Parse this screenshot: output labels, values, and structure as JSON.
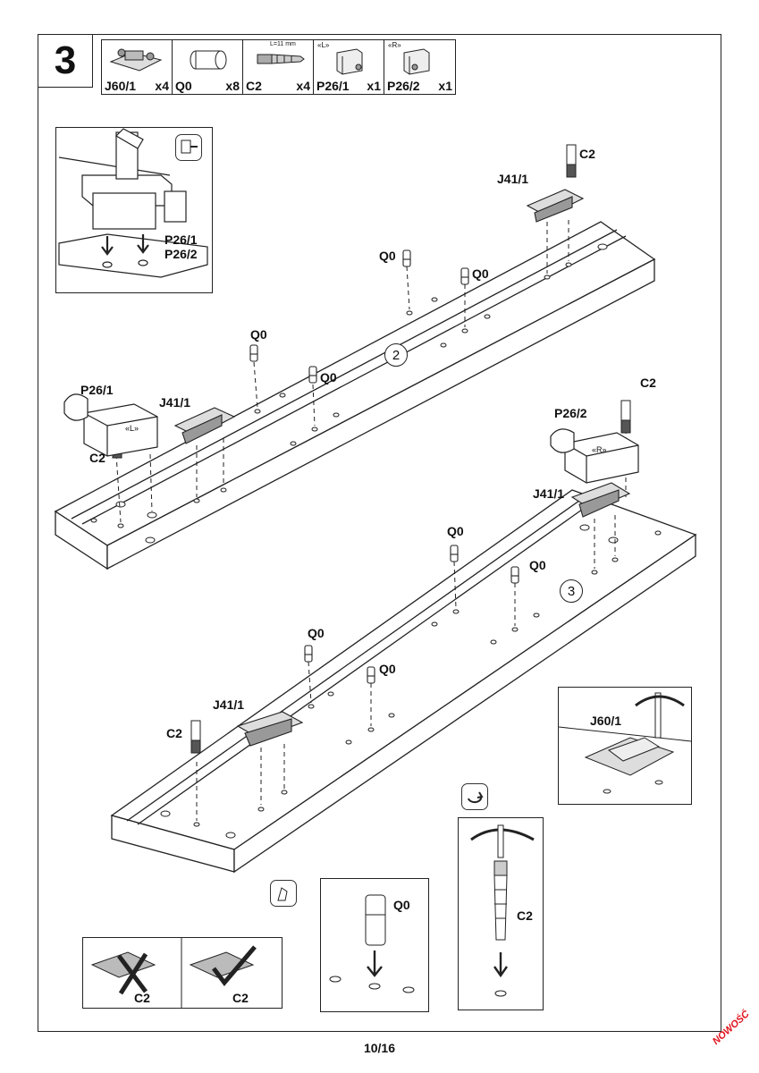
{
  "step": {
    "number": "3"
  },
  "parts": [
    {
      "code": "J60/1",
      "qty": "x4"
    },
    {
      "code": "Q0",
      "qty": "x8"
    },
    {
      "code": "C2",
      "qty": "x4",
      "length_note": "L=11 mm"
    },
    {
      "code": "P26/1",
      "qty": "x1",
      "tag": "«L»"
    },
    {
      "code": "P26/2",
      "qty": "x1",
      "tag": "«R»"
    }
  ],
  "labels": {
    "c2": "C2",
    "j41": "J41/1",
    "q0": "Q0",
    "p26_1": "P26/1",
    "p26_2": "P26/2",
    "j60": "J60/1",
    "tag_l": "«L»",
    "tag_r": "«R»"
  },
  "markers": {
    "panel2": "2",
    "panel3": "3"
  },
  "footer": {
    "page": "10/16",
    "badge": "NOWOŚĆ"
  }
}
